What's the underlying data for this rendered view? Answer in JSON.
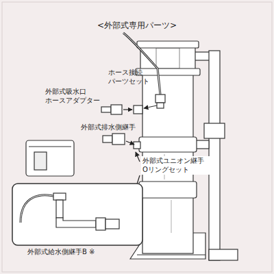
{
  "diagram": {
    "title": "<外部式専用パーツ>",
    "labels": [
      "ホース接続 パーツセット",
      "外部式吸水口 ホースアダプター",
      "外部式排水側継手",
      "外部式ユニオン継手 Oリングセット",
      "外部式給水側継手B ※"
    ]
  }
}
